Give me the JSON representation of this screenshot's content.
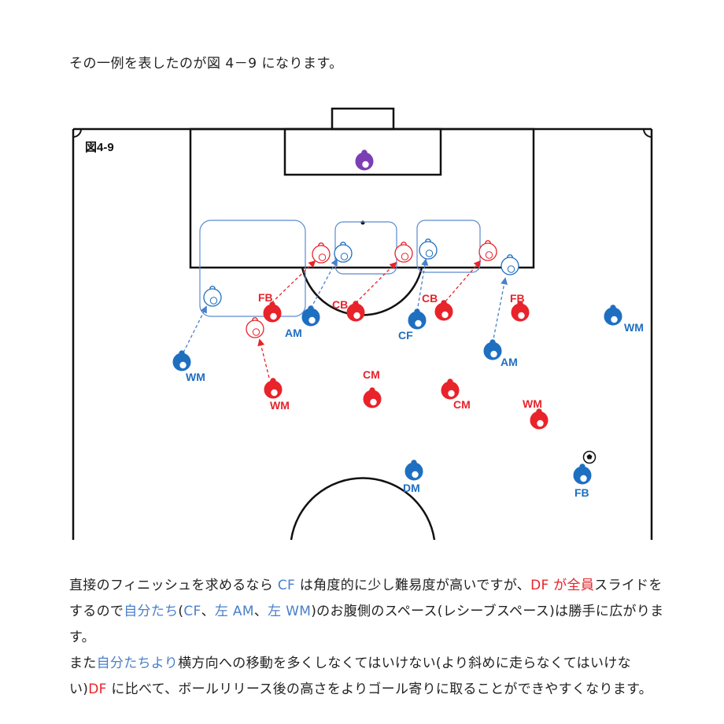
{
  "intro": "その一例を表したのが図 4－9 になります。",
  "figure": {
    "label": "図4-9",
    "colors": {
      "red": "#e8232a",
      "blue": "#1f6fc1",
      "purple": "#7b3fb3",
      "faded_red": "#e8232a",
      "faded_blue": "#4a7fc9",
      "zone": "#5b8bd0"
    },
    "player_labels": [
      {
        "id": "red-fb-left",
        "text": "FB",
        "team": "red"
      },
      {
        "id": "red-cb-left",
        "text": "CB",
        "team": "red"
      },
      {
        "id": "red-cb-right",
        "text": "CB",
        "team": "red"
      },
      {
        "id": "red-fb-right",
        "text": "FB",
        "team": "red"
      },
      {
        "id": "red-cm-left",
        "text": "CM",
        "team": "red"
      },
      {
        "id": "red-cm-right",
        "text": "CM",
        "team": "red"
      },
      {
        "id": "red-wm-left",
        "text": "WM",
        "team": "red"
      },
      {
        "id": "red-wm-right",
        "text": "WM",
        "team": "red"
      },
      {
        "id": "blue-am-left",
        "text": "AM",
        "team": "blue"
      },
      {
        "id": "blue-cf",
        "text": "CF",
        "team": "blue"
      },
      {
        "id": "blue-am-right",
        "text": "AM",
        "team": "blue"
      },
      {
        "id": "blue-wm-left",
        "text": "WM",
        "team": "blue"
      },
      {
        "id": "blue-wm-right",
        "text": "WM",
        "team": "blue"
      },
      {
        "id": "blue-dm",
        "text": "DM",
        "team": "blue"
      },
      {
        "id": "blue-fb",
        "text": "FB",
        "team": "blue"
      }
    ]
  },
  "paragraphs": [
    {
      "segments": [
        {
          "text": "直接のフィニッシュを求めるなら ",
          "color": "default"
        },
        {
          "text": "CF",
          "color": "blue"
        },
        {
          "text": " は角度的に少し難易度が高いですが、",
          "color": "default"
        },
        {
          "text": "DF が全員",
          "color": "red"
        },
        {
          "text": "スライドをするので",
          "color": "default"
        },
        {
          "text": "自分たち",
          "color": "blue"
        },
        {
          "text": "(",
          "color": "default"
        },
        {
          "text": "CF",
          "color": "blue"
        },
        {
          "text": "、",
          "color": "default"
        },
        {
          "text": "左 AM",
          "color": "blue"
        },
        {
          "text": "、",
          "color": "default"
        },
        {
          "text": "左 WM",
          "color": "blue"
        },
        {
          "text": ")のお腹側のスペース(レシーブスペース)は勝手に広がります。",
          "color": "default"
        }
      ]
    },
    {
      "segments": [
        {
          "text": "また",
          "color": "default"
        },
        {
          "text": "自分たちより",
          "color": "blue"
        },
        {
          "text": "横方向への移動を多くしなくてはいけない(より斜めに走らなくてはいけない)",
          "color": "default"
        },
        {
          "text": "DF",
          "color": "red"
        },
        {
          "text": " に比べて、ボールリリース後の高さをよりゴール寄りに取ることができやすくなります。",
          "color": "default"
        }
      ]
    }
  ]
}
